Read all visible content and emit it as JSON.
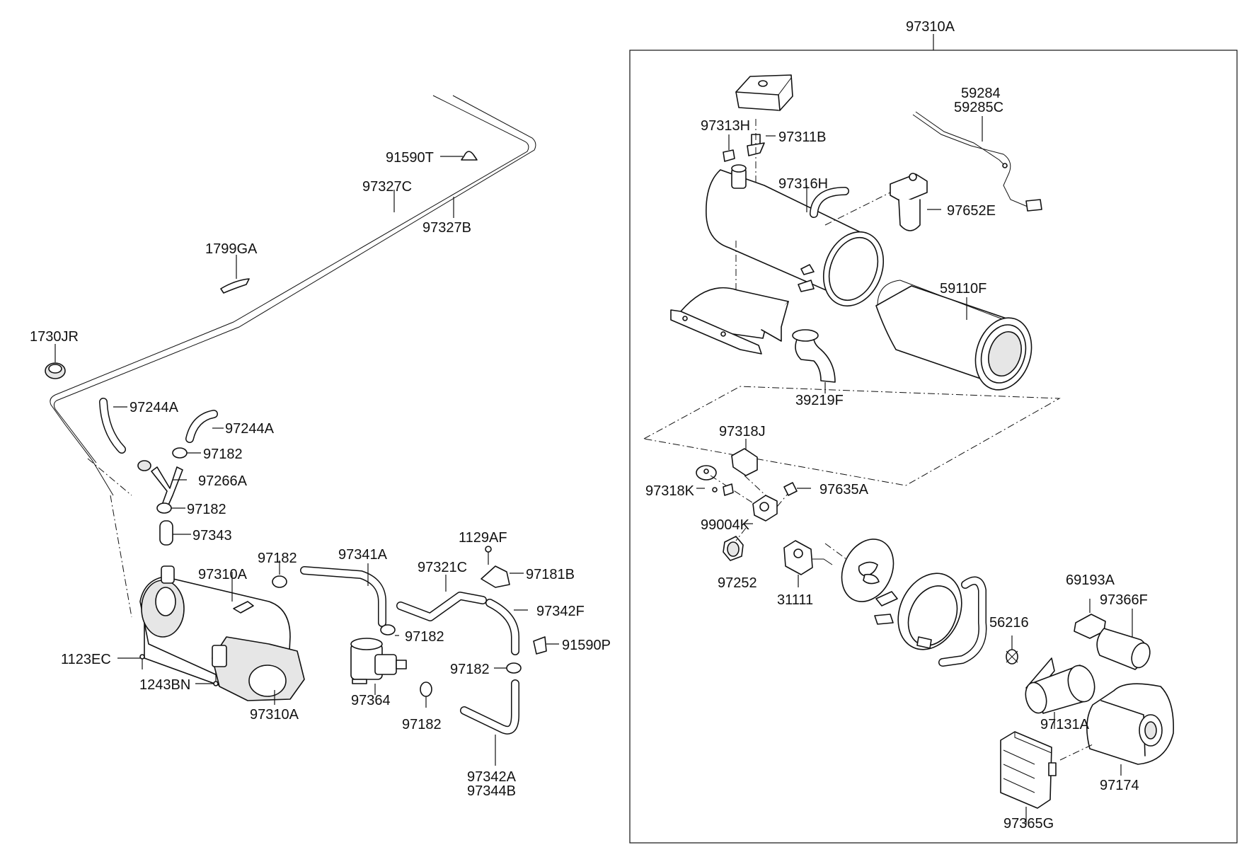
{
  "labels": {
    "l_97310A_top": "97310A",
    "l_91590T": "91590T",
    "l_97327C": "97327C",
    "l_97327B": "97327B",
    "l_1799GA": "1799GA",
    "l_1730JR": "1730JR",
    "l_97244A_1": "97244A",
    "l_97244A_2": "97244A",
    "l_97182_1": "97182",
    "l_97266A": "97266A",
    "l_97182_2": "97182",
    "l_97343": "97343",
    "l_97182_3": "97182",
    "l_97341A": "97341A",
    "l_97310A_mid": "97310A",
    "l_1129AF": "1129AF",
    "l_97321C": "97321C",
    "l_97181B": "97181B",
    "l_97342F": "97342F",
    "l_97182_4": "97182",
    "l_91590P": "91590P",
    "l_1123EC": "1123EC",
    "l_1243BN": "1243BN",
    "l_97310A_bottom": "97310A",
    "l_97364": "97364",
    "l_97182_5": "97182",
    "l_97182_6": "97182",
    "l_97342A": "97342A",
    "l_97344B": "97344B",
    "l_97313H": "97313H",
    "l_97311B": "97311B",
    "l_97316H": "97316H",
    "l_59284": "59284",
    "l_59285C": "59285C",
    "l_97652E": "97652E",
    "l_59110F": "59110F",
    "l_39219F": "39219F",
    "l_97318J": "97318J",
    "l_97318K": "97318K",
    "l_97635A": "97635A",
    "l_99004K": "99004K",
    "l_97252": "97252",
    "l_31111": "31111",
    "l_69193A": "69193A",
    "l_97366F": "97366F",
    "l_56216": "56216",
    "l_97131A": "97131A",
    "l_97174": "97174",
    "l_97365G": "97365G"
  }
}
